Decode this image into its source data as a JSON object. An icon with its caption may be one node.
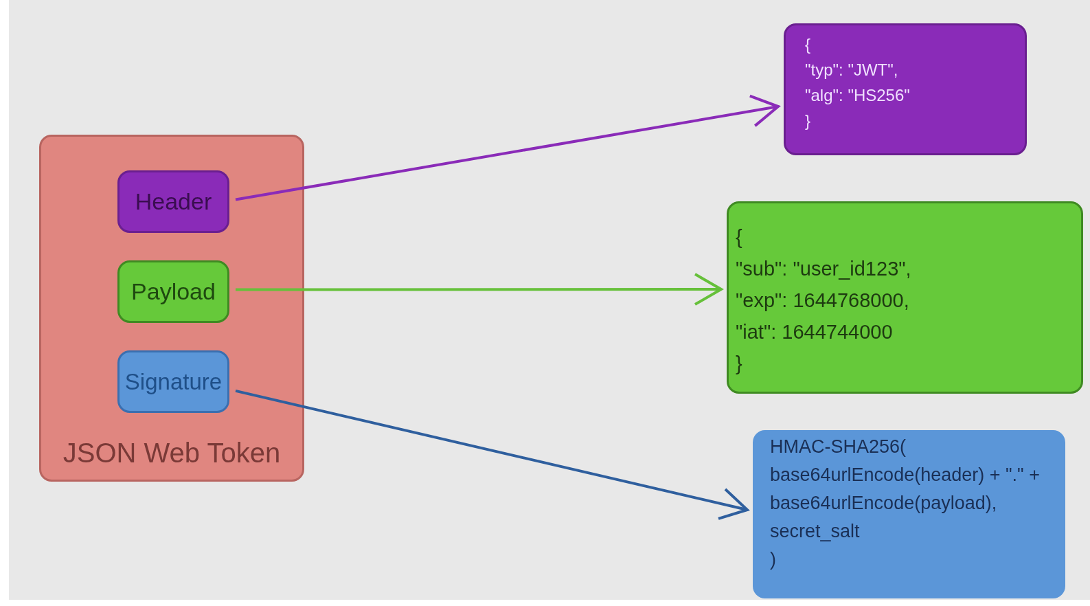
{
  "diagram": {
    "nodes": [
      {
        "text": [
          "JSON Web Token"
        ]
      },
      {
        "text": [
          "Header"
        ],
        "in": 0
      },
      {
        "text": [
          "Payload"
        ],
        "in": 0
      },
      {
        "text": [
          "Signature"
        ],
        "in": 0
      },
      {
        "text": [
          "{",
          "\"typ\": \"JWT\",",
          "\"alg\": \"HS256\"",
          "}"
        ]
      },
      {
        "text": [
          "{",
          "\"sub\": \"user_id123\",",
          "\"exp\": 1644768000,",
          "\"iat\": 1644744000",
          "}"
        ]
      },
      {
        "text": [
          "HMAC-SHA256(",
          "base64urlEncode(header) + \".\" +",
          "base64urlEncode(payload),",
          "secret_salt",
          ")"
        ]
      }
    ],
    "edges": [
      {
        "from": 1,
        "to": 4,
        "arrow": "to",
        "color": "#8a2bb8"
      },
      {
        "from": 2,
        "to": 5,
        "arrow": "to",
        "color": "#66c03a"
      },
      {
        "from": 3,
        "to": 6,
        "arrow": "to",
        "color": "#2f5f9e"
      }
    ]
  }
}
